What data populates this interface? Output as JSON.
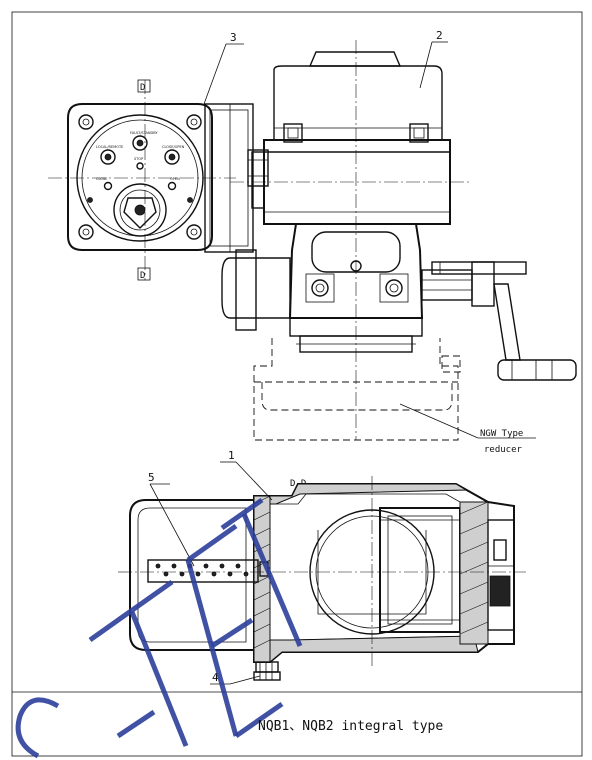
{
  "callouts": {
    "c1": "1",
    "c2": "2",
    "c3": "3",
    "c4": "4",
    "c5": "5"
  },
  "section_label": "D-D",
  "reducer_label_line1": "NGW Type",
  "reducer_label_line2": "reducer",
  "caption": "NQB1、NQB2 integral type",
  "panel_markers": {
    "top": "D",
    "bottom": "D"
  },
  "colors": {
    "line": "#111111",
    "watermark": "#2c3f9a",
    "background": "#ffffff"
  },
  "icons": [
    "crank-handle-icon",
    "knob-icon",
    "bolt-icon"
  ]
}
